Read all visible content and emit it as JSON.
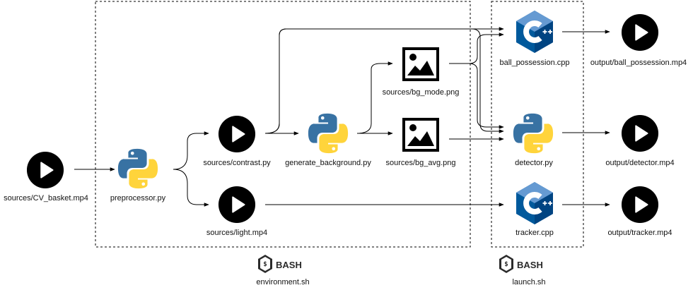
{
  "groups": {
    "environment": {
      "script_label": "environment.sh",
      "logo_text": "BASH"
    },
    "launch": {
      "script_label": "launch.sh",
      "logo_text": "BASH"
    }
  },
  "nodes": [
    {
      "id": "cv-basket",
      "type": "video",
      "label": "sources/CV_basket.mp4"
    },
    {
      "id": "preprocessor",
      "type": "python",
      "label": "preprocessor.py"
    },
    {
      "id": "contrast",
      "type": "video",
      "label": "sources/contrast.py"
    },
    {
      "id": "light",
      "type": "video",
      "label": "sources/light.mp4"
    },
    {
      "id": "generate-background",
      "type": "python",
      "label": "generate_background.py"
    },
    {
      "id": "bg-mode",
      "type": "image",
      "label": "sources/bg_mode.png"
    },
    {
      "id": "bg-avg",
      "type": "image",
      "label": "sources/bg_avg.png"
    },
    {
      "id": "ball-possession",
      "type": "cpp",
      "label": "ball_possession.cpp"
    },
    {
      "id": "detector",
      "type": "python",
      "label": "detector.py"
    },
    {
      "id": "tracker",
      "type": "cpp",
      "label": "tracker.cpp"
    },
    {
      "id": "out-ball",
      "type": "video",
      "label": "output/ball_possession.mp4"
    },
    {
      "id": "out-detector",
      "type": "video",
      "label": "output/detector.mp4"
    },
    {
      "id": "out-tracker",
      "type": "video",
      "label": "output/tracker.mp4"
    }
  ],
  "edges": [
    {
      "from": "cv-basket",
      "to": "preprocessor"
    },
    {
      "from": "preprocessor",
      "to": "contrast"
    },
    {
      "from": "preprocessor",
      "to": "light"
    },
    {
      "from": "contrast",
      "to": "generate-background"
    },
    {
      "from": "contrast",
      "to": "ball-possession"
    },
    {
      "from": "contrast",
      "to": "detector"
    },
    {
      "from": "generate-background",
      "to": "bg-mode"
    },
    {
      "from": "generate-background",
      "to": "bg-avg"
    },
    {
      "from": "bg-mode",
      "to": "ball-possession"
    },
    {
      "from": "bg-mode",
      "to": "detector"
    },
    {
      "from": "bg-avg",
      "to": "detector"
    },
    {
      "from": "light",
      "to": "tracker"
    },
    {
      "from": "ball-possession",
      "to": "out-ball"
    },
    {
      "from": "detector",
      "to": "out-detector"
    },
    {
      "from": "tracker",
      "to": "out-tracker"
    }
  ],
  "colors": {
    "python_blue": "#3872A3",
    "python_yellow": "#FFD43B",
    "cpp_dark": "#00599C",
    "cpp_mid": "#004482",
    "cpp_light": "#659AD2",
    "icon_black": "#000000",
    "bash_dark": "#2B2B2B"
  },
  "icons": {
    "video": "play-circle-icon",
    "python": "python-logo-icon",
    "cpp": "cpp-logo-icon",
    "image": "image-icon",
    "bash": "bash-logo-icon"
  }
}
